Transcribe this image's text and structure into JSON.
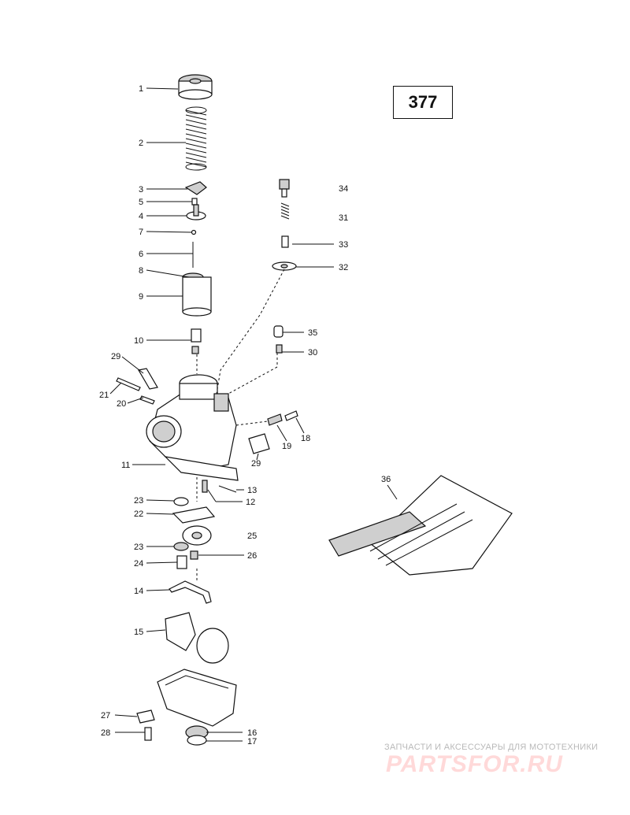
{
  "page_number": "377",
  "watermark": {
    "tagline": "ЗАПЧАСТИ И АКСЕССУАРЫ ДЛЯ МОТОТЕХНИКИ",
    "brand": "PARTSFOR.RU"
  },
  "callouts": [
    "1",
    "2",
    "3",
    "5",
    "4",
    "7",
    "6",
    "8",
    "9",
    "10",
    "29",
    "21",
    "20",
    "11",
    "23",
    "22",
    "23",
    "24",
    "14",
    "15",
    "27",
    "28",
    "34",
    "31",
    "33",
    "32",
    "35",
    "30",
    "19",
    "18",
    "29",
    "13",
    "12",
    "25",
    "26",
    "16",
    "17",
    "36"
  ],
  "icons": [
    "screw-cap",
    "spring",
    "carburetor-body",
    "tool-kit",
    "float-bowl"
  ]
}
